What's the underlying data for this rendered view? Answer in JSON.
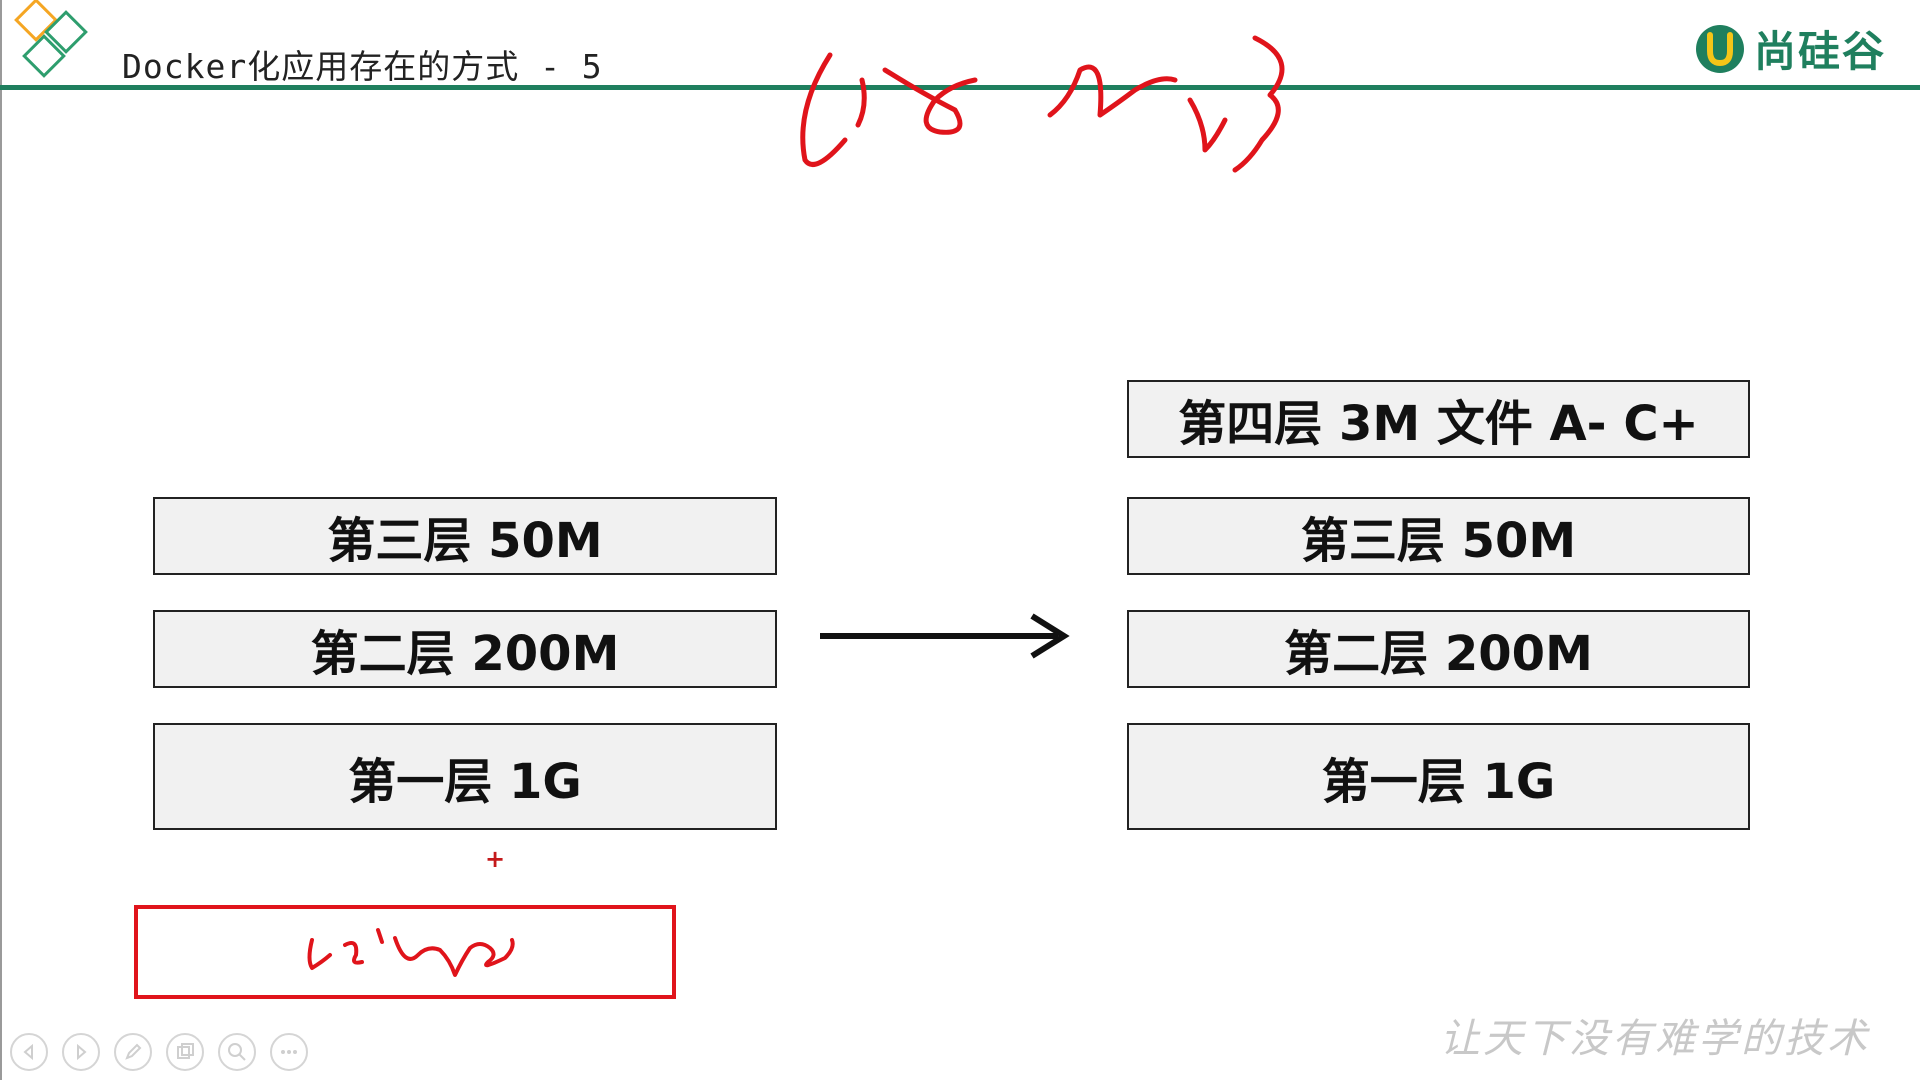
{
  "slide": {
    "title": "Docker化应用存在的方式 - 5",
    "brand_name": "尚硅谷",
    "slogan": "让天下没有难学的技术"
  },
  "left_stack": {
    "layers": [
      {
        "label": "第三层 50M"
      },
      {
        "label": "第二层 200M"
      },
      {
        "label": "第一层 1G"
      }
    ]
  },
  "right_stack": {
    "layers": [
      {
        "label": "第四层 3M 文件 A-  C+"
      },
      {
        "label": "第三层 50M"
      },
      {
        "label": "第二层 200M"
      },
      {
        "label": "第一层 1G"
      }
    ]
  },
  "annotation": {
    "plus": "+"
  },
  "toolbar": {
    "buttons": [
      {
        "icon": "prev-icon"
      },
      {
        "icon": "next-icon"
      },
      {
        "icon": "pen-icon"
      },
      {
        "icon": "slides-icon"
      },
      {
        "icon": "zoom-icon"
      },
      {
        "icon": "more-icon"
      }
    ]
  },
  "colors": {
    "brand_green": "#1f7f5e",
    "annotation_red": "#e0141b",
    "logo_orange": "#f5a623",
    "logo_green": "#2e9e6e"
  }
}
